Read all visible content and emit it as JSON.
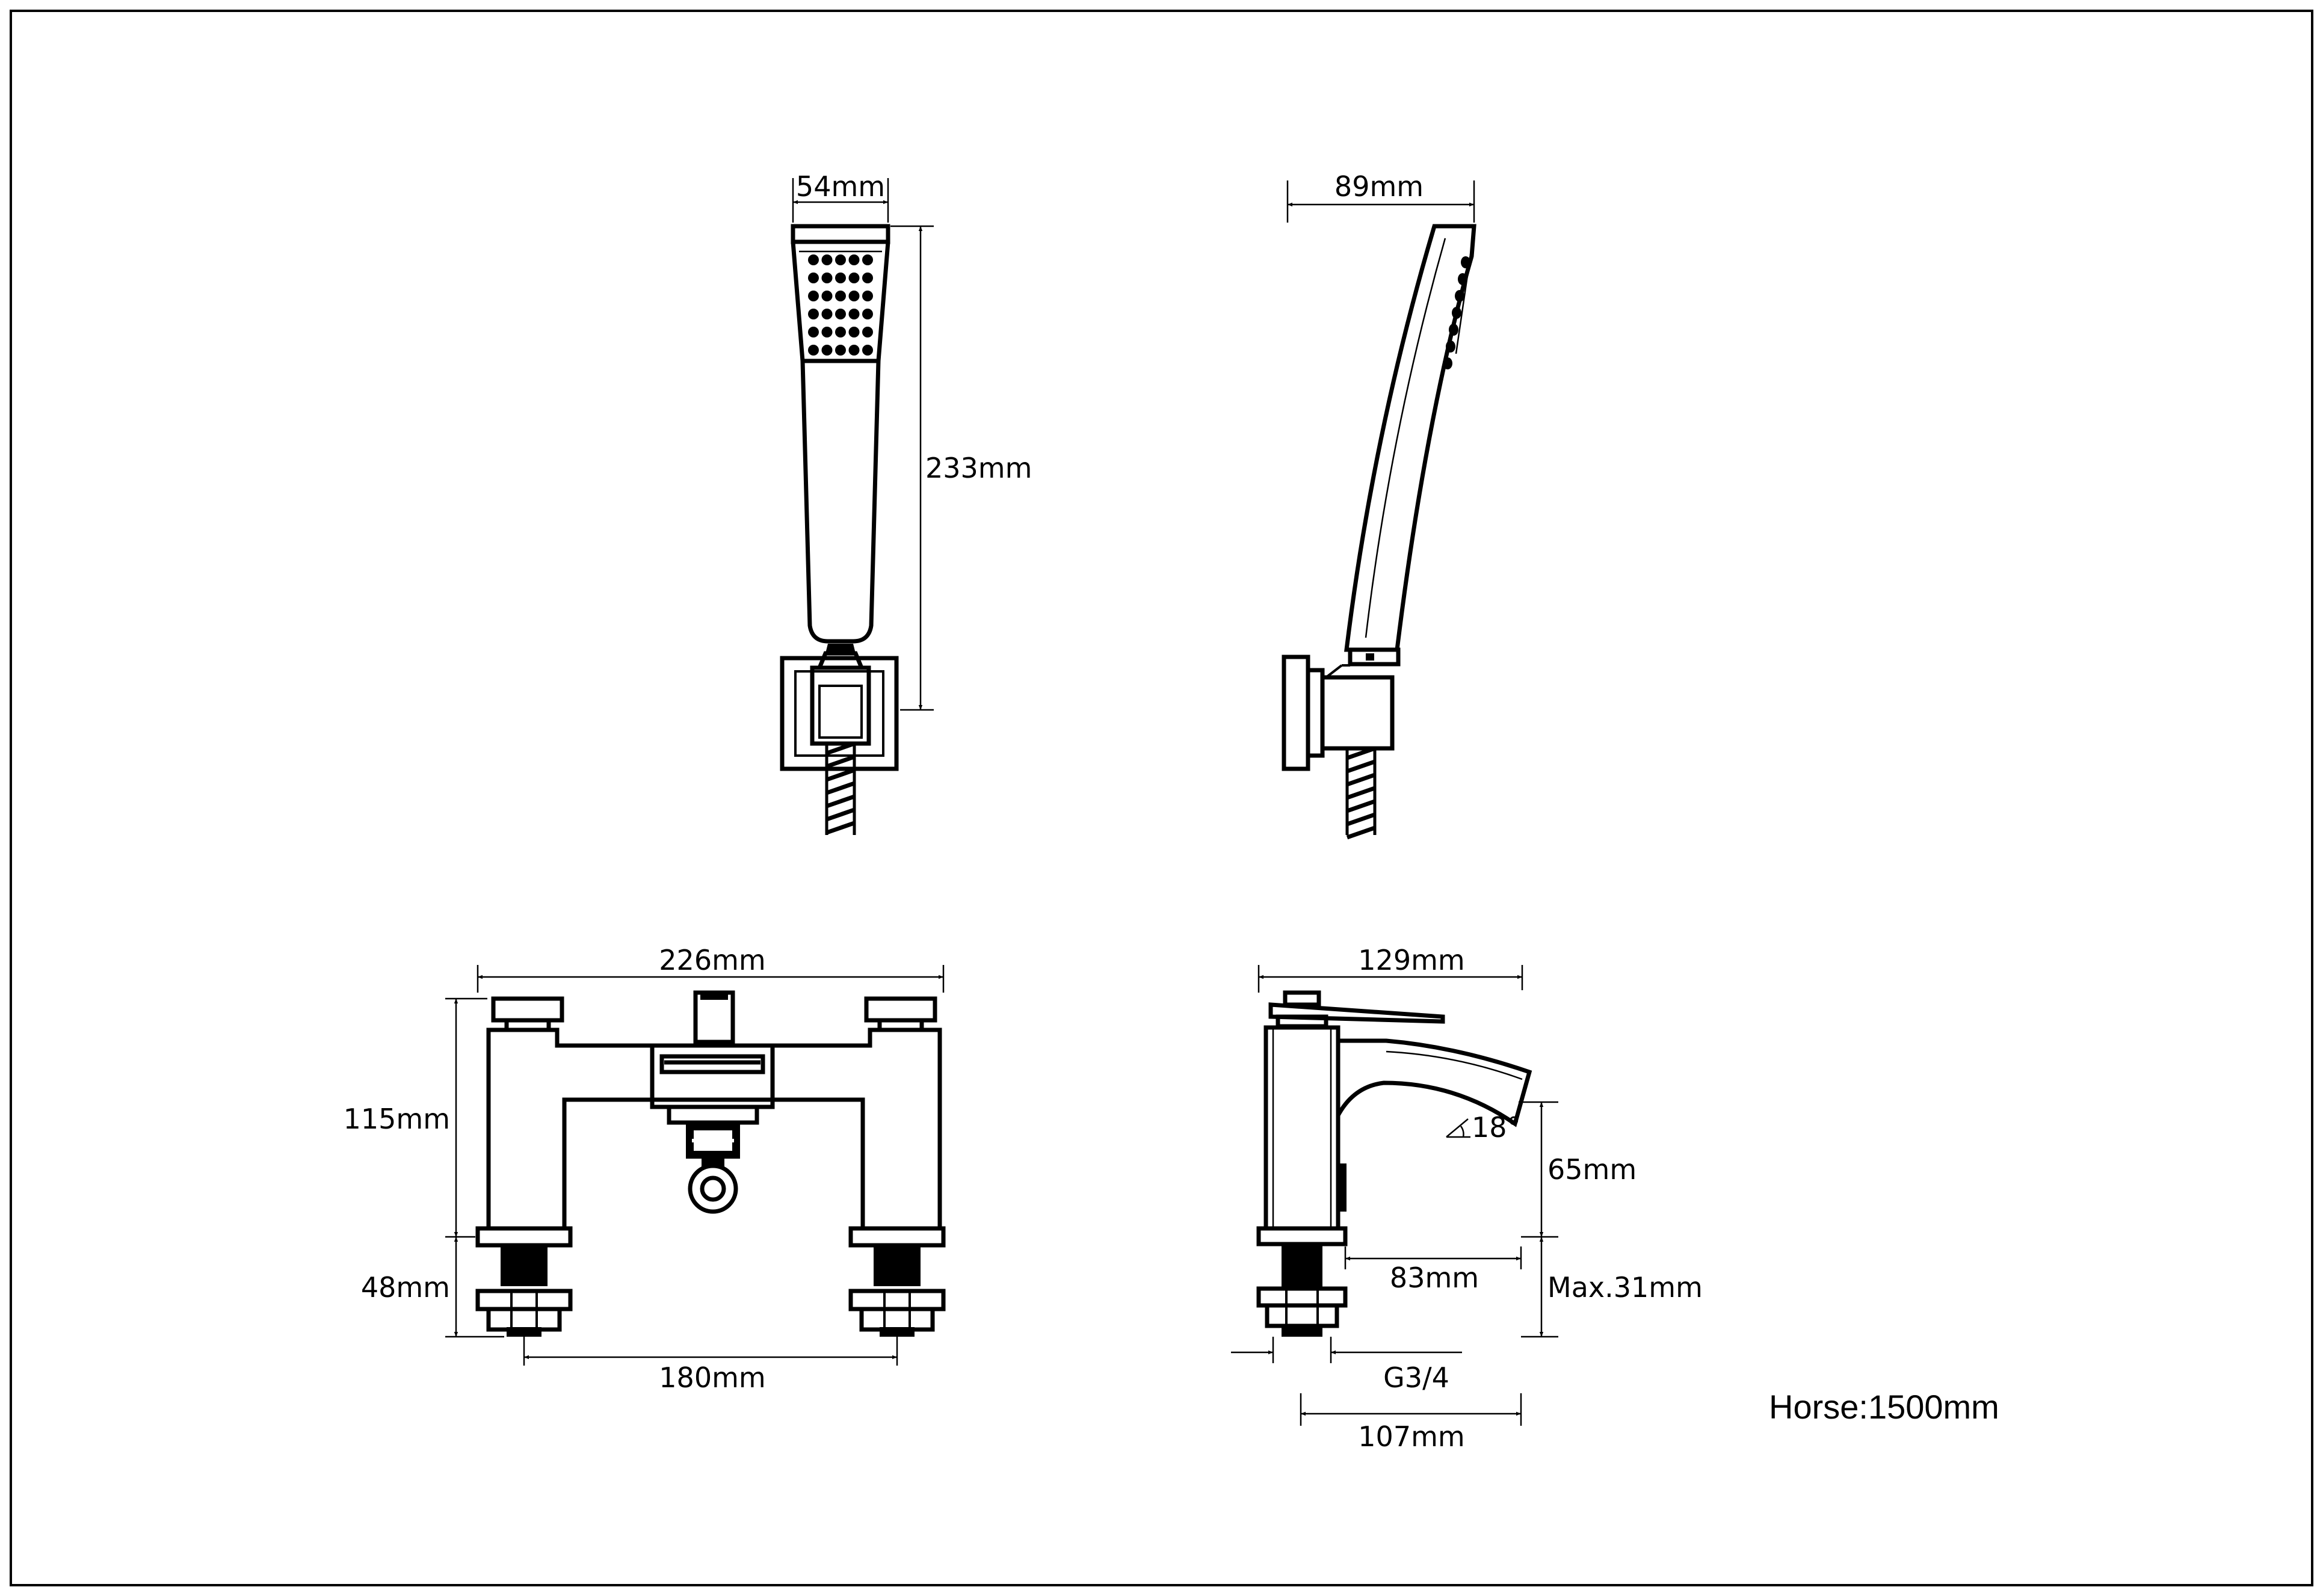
{
  "dimensions": {
    "handset_width": "54mm",
    "handset_height": "233mm",
    "handset_depth": "89mm",
    "mixer_width": "226mm",
    "mixer_height": "115mm",
    "mixer_tail_height": "48mm",
    "mixer_centres": "180mm",
    "spout_projection": "129mm",
    "spout_angle": "18°",
    "spout_height": "65mm",
    "spout_reach": "83mm",
    "deck_thickness": "Max.31mm",
    "thread_size": "G3/4",
    "base_depth": "107mm"
  },
  "notes": {
    "hose_length": "Horse:1500mm"
  }
}
